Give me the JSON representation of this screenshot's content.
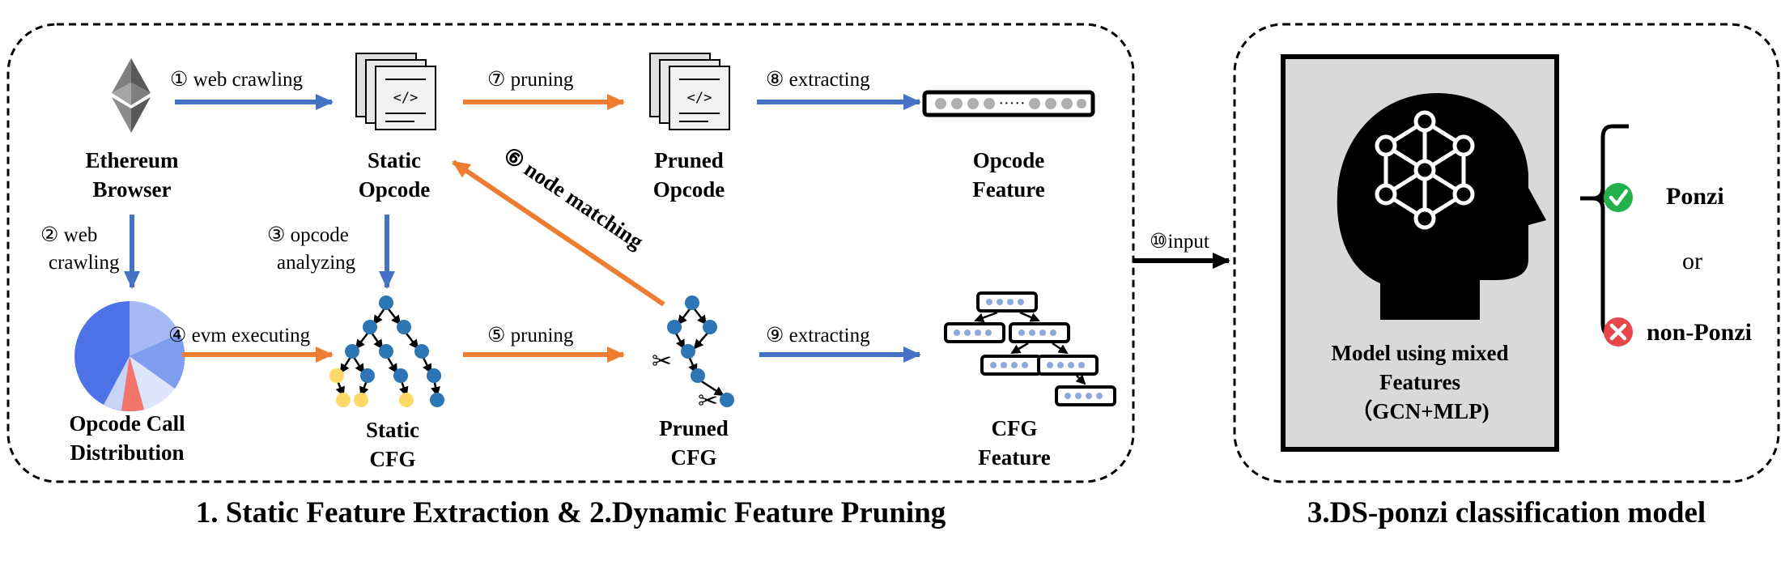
{
  "nodes": {
    "ethereum_browser": [
      "Ethereum",
      "Browser"
    ],
    "static_opcode": [
      "Static",
      "Opcode"
    ],
    "pruned_opcode": [
      "Pruned",
      "Opcode"
    ],
    "opcode_feature": [
      "Opcode",
      "Feature"
    ],
    "opcode_call_distribution": [
      "Opcode Call",
      "Distribution"
    ],
    "static_cfg": [
      "Static",
      "CFG"
    ],
    "pruned_cfg": [
      "Pruned",
      "CFG"
    ],
    "cfg_feature": [
      "CFG",
      "Feature"
    ]
  },
  "edges": {
    "e1": "① web crawling",
    "e2": [
      "② web",
      "crawling"
    ],
    "e3": [
      "③ opcode",
      "analyzing"
    ],
    "e4": "④ evm executing",
    "e5": "⑤ pruning",
    "e6": "⑥ node matching",
    "e7": "⑦ pruning",
    "e8": "⑧ extracting",
    "e9": "⑨ extracting",
    "e10": "⑩input"
  },
  "model": {
    "title": [
      "Model using mixed",
      "Features",
      "（GCN+MLP)"
    ]
  },
  "outputs": {
    "ponzi": "Ponzi",
    "or": "or",
    "non_ponzi": "non-Ponzi"
  },
  "captions": {
    "left": "1. Static Feature Extraction & 2.Dynamic Feature Pruning",
    "right": "3.DS-ponzi classification model"
  },
  "colors": {
    "blue_arrow": "#4472c4",
    "orange_arrow": "#ed7d31",
    "cfg_node": "#2e75b6",
    "cfg_node_highlight": "#ffd966",
    "check_green": "#22b14c",
    "cross_red": "#e8474a",
    "model_bg": "#d9d9d9"
  }
}
